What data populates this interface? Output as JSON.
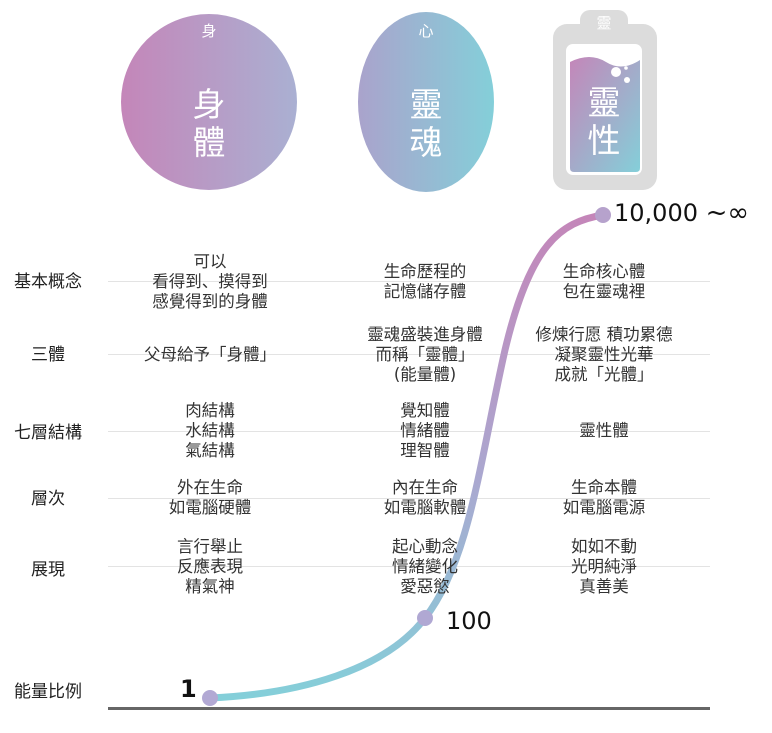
{
  "headers": {
    "body": {
      "top": "身",
      "main": [
        "身",
        "體"
      ]
    },
    "soul": {
      "top": "心",
      "main": [
        "靈",
        "魂"
      ]
    },
    "spirit": {
      "top": "靈",
      "main": [
        "靈",
        "性"
      ]
    }
  },
  "rows": [
    {
      "label": "基本概念",
      "cells": [
        [
          "可以",
          "看得到、摸得到",
          "感覺得到的身體"
        ],
        [
          "生命歷程的",
          "記憶儲存體"
        ],
        [
          "生命核心體",
          "包在靈魂裡"
        ]
      ]
    },
    {
      "label": "三體",
      "cells": [
        [
          "父母給予「身體」"
        ],
        [
          "靈魂盛裝進身體",
          "而稱「靈體」",
          "(能量體)"
        ],
        [
          "修煉行愿 積功累德",
          "凝聚靈性光華",
          "成就「光體」"
        ]
      ]
    },
    {
      "label": "七層結構",
      "cells": [
        [
          "肉結構",
          "水結構",
          "氣結構"
        ],
        [
          "覺知體",
          "情緒體",
          "理智體"
        ],
        [
          "靈性體"
        ]
      ]
    },
    {
      "label": "層次",
      "cells": [
        [
          "外在生命",
          "如電腦硬體"
        ],
        [
          "內在生命",
          "如電腦軟體"
        ],
        [
          "生命本體",
          "如電腦電源"
        ]
      ]
    },
    {
      "label": "展現",
      "cells": [
        [
          "言行舉止",
          "反應表現",
          "精氣神"
        ],
        [
          "起心動念",
          "情緒變化",
          "愛惡慾"
        ],
        [
          "如如不動",
          "光明純淨",
          "真善美"
        ]
      ]
    },
    {
      "label": "能量比例",
      "cells": []
    }
  ],
  "chart_data": {
    "type": "line",
    "points": [
      {
        "x": 1,
        "label": "1"
      },
      {
        "x": 2,
        "label": "100"
      },
      {
        "x": 3,
        "label": "10,000",
        "suffix": "~∞"
      }
    ],
    "values": [
      1,
      100,
      10000
    ]
  },
  "colors": {
    "pink": "#c486b9",
    "cyan": "#84cfd9",
    "lavender": "#b5a4cc",
    "gray": "#dcdcdc"
  }
}
